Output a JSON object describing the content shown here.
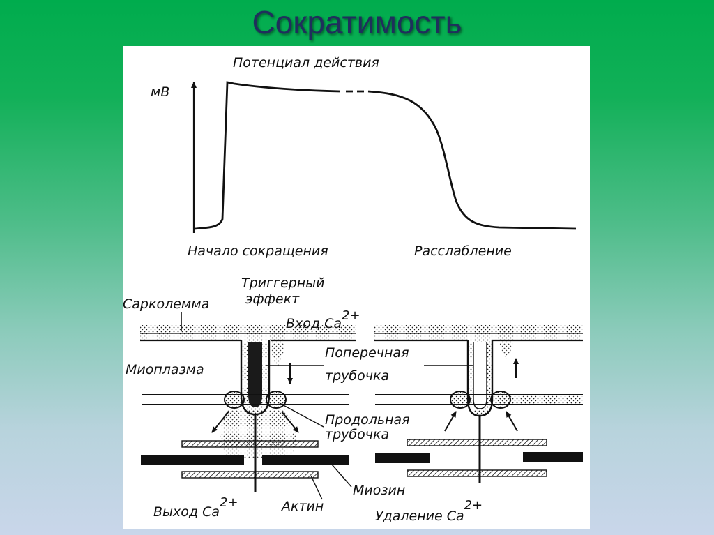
{
  "slide": {
    "title": "Сократимость"
  },
  "action_potential": {
    "title": "Потенциал действия",
    "axis_unit": "мВ",
    "start_label": "Начало сокращения",
    "end_label": "Расслабление"
  },
  "diagram": {
    "trigger_label_line1": "Триггерный",
    "trigger_label_line2": "эффект",
    "sarcolemma": "Сарколемма",
    "ca_in": "Вход Ca",
    "ca_in_sup": "2+",
    "myoplasm": "Миоплазма",
    "t_tubule_line1": "Поперечная",
    "t_tubule_line2": "трубочка",
    "l_tubule_line1": "Продольная",
    "l_tubule_line2": "трубочка",
    "myosin": "Миозин",
    "actin": "Актин",
    "ca_out": "Выход Ca",
    "ca_out_sup": "2+",
    "ca_removal": "Удаление Ca",
    "ca_removal_sup": "2+"
  },
  "colors": {
    "title_text": "#1f2f5c",
    "figure_bg": "#ffffff",
    "ink": "#111111"
  }
}
